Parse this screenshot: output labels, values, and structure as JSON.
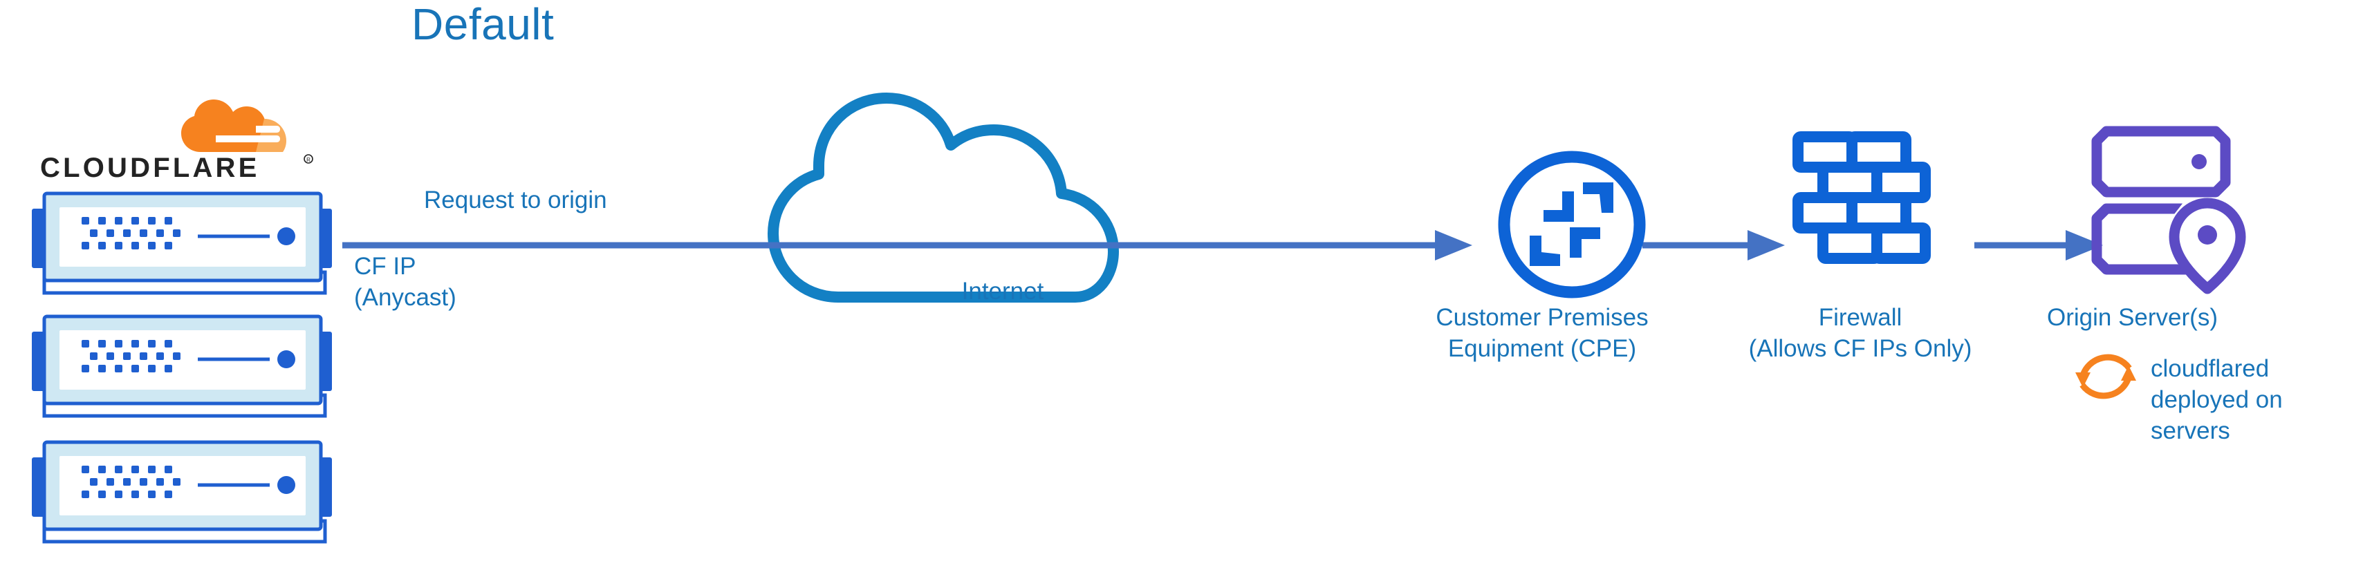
{
  "diagram": {
    "title": "Default",
    "colors": {
      "title_blue": "#1874B8",
      "label_blue": "#1874B8",
      "arrow_blue": "#4472C4",
      "icon_blue": "#0D63D6",
      "cloud_blue": "#1380C4",
      "server_blue": "#1F5FD0",
      "server_fill": "#CFE8F3",
      "origin_purple": "#5C4BC4",
      "cloudflare_orange": "#F6821F",
      "cloudflare_orange_light": "#F9AD5B",
      "wordmark_black": "#232323"
    }
  },
  "brand": {
    "logo_name": "cloudflare-logo",
    "wordmark": "CLOUDFLARE",
    "registered_mark": "®"
  },
  "edge_servers": {
    "name": "cloudflare-edge-server-stack",
    "count": 3,
    "ip_label_line1": "CF IP",
    "ip_label_line2": "(Anycast)"
  },
  "flow": {
    "request_label": "Request to origin",
    "arrows": [
      {
        "name": "arrow-edge-to-cpe",
        "from": "cloudflare-edge",
        "to": "customer-premises-equipment"
      },
      {
        "name": "arrow-cpe-to-firewall",
        "from": "customer-premises-equipment",
        "to": "firewall"
      },
      {
        "name": "arrow-firewall-to-origin",
        "from": "firewall",
        "to": "origin-server"
      }
    ]
  },
  "nodes": [
    {
      "id": "internet",
      "icon": "cloud-icon",
      "label": "Internet",
      "label_lines": [
        "Internet"
      ]
    },
    {
      "id": "customer-premises-equipment",
      "icon": "router-icon",
      "label": "Customer Premises Equipment (CPE)",
      "label_lines": [
        "Customer Premises",
        "Equipment (CPE)"
      ]
    },
    {
      "id": "firewall",
      "icon": "brick-wall-icon",
      "label": "Firewall (Allows CF IPs Only)",
      "label_lines": [
        "Firewall",
        "(Allows CF IPs Only)"
      ]
    },
    {
      "id": "origin-server",
      "icon": "server-pin-icon",
      "label": "Origin Server(s)",
      "label_lines": [
        "Origin Server(s)"
      ]
    }
  ],
  "annotations": [
    {
      "id": "cloudflared-note",
      "icon": "sync-arrows-icon",
      "icon_color": "#F6821F",
      "text": "cloudflared deployed on servers",
      "text_lines": [
        "cloudflared",
        "deployed on",
        "servers"
      ]
    }
  ],
  "labels": {
    "internet": "Internet",
    "cpe": "Customer Premises\nEquipment (CPE)",
    "firewall": "Firewall\n(Allows CF IPs Only)",
    "origin": "Origin Server(s)",
    "cloudflared": "cloudflared\ndeployed on\nservers",
    "cf_ip": "CF IP\n(Anycast)",
    "request_to_origin": "Request to origin"
  }
}
